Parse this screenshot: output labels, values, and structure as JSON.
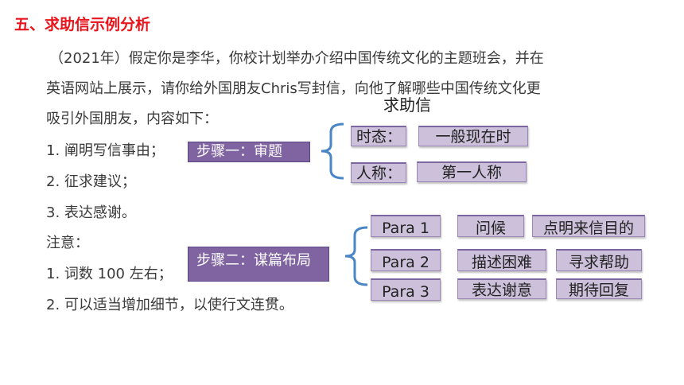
{
  "heading": "五、求助信示例分析",
  "prompt": {
    "lines": [
      "（2021年）假定你是李华，你校计划举办介绍中国传统文化的主题班会，并在",
      "英语网站上展示，请你给外国朋友Chris写封信，向他了解哪些中国传统文化更",
      "吸引外国朋友，内容如下："
    ],
    "content_items": [
      "1. 阐明写信事由；",
      "2. 征求建议；",
      "3. 表达感谢。"
    ],
    "notes_title": "注意：",
    "notes": [
      "1. 词数 100 左右；",
      "2. 可以适当增加细节，以使行文连贯。"
    ]
  },
  "diagram": {
    "title": "求助信",
    "step1": {
      "label": "步骤一：审题",
      "rows": [
        {
          "key": "时态：",
          "value": "一般现在时"
        },
        {
          "key": "人称：",
          "value": "第一人称"
        }
      ]
    },
    "step2": {
      "label": "步骤二：谋篇布局",
      "rows": [
        {
          "para": "Para 1",
          "items": [
            "问候",
            "点明来信目的"
          ]
        },
        {
          "para": "Para 2",
          "items": [
            "描述困难",
            "寻求帮助"
          ]
        },
        {
          "para": "Para 3",
          "items": [
            "表达谢意",
            "期待回复"
          ]
        }
      ]
    }
  },
  "colors": {
    "heading": "#e8141c",
    "step_box": "#8064a2",
    "item_box": "#ccc0da",
    "brace": "#4a86c5"
  }
}
